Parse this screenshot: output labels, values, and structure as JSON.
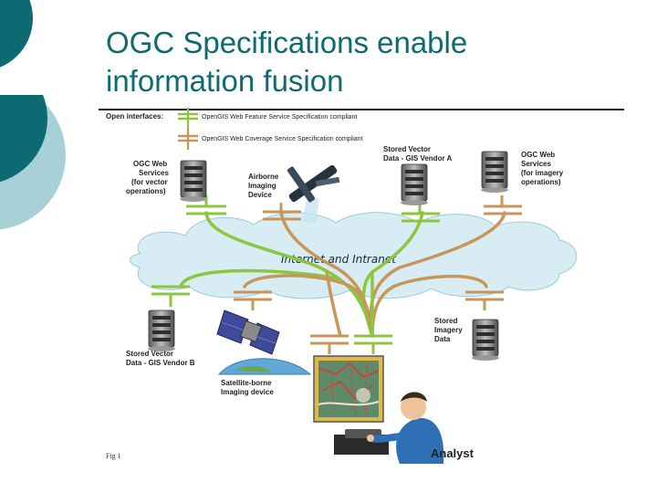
{
  "slide": {
    "title_line1": "OGC Specifications enable",
    "title_line2": "information fusion"
  },
  "diagram": {
    "open_interfaces_label": "Open interfaces:",
    "legend": [
      "OpenGIS Web Feature Service Specification compliant",
      "OpenGIS Web Coverage Service Specification compliant"
    ],
    "cloud_label": "Internet and Intranet",
    "nodes": {
      "ogc_vector": [
        "OGC Web",
        "Services",
        "(for vector",
        "operations)"
      ],
      "airborne": [
        "Airborne",
        "Imaging",
        "Device"
      ],
      "stored_vector_a": [
        "Stored Vector",
        "Data - GIS Vendor A"
      ],
      "ogc_imagery": [
        "OGC Web",
        "Services",
        "(for imagery",
        "operations)"
      ],
      "stored_vector_b": [
        "Stored Vector",
        "Data - GIS Vendor B"
      ],
      "satellite": [
        "Satellite-borne",
        "Imaging device"
      ],
      "stored_imagery": [
        "Stored",
        "Imagery",
        "Data"
      ],
      "analyst": "Analyst"
    },
    "fig_label": "Fig 1",
    "colors": {
      "feature_connector": "#8cc63f",
      "coverage_connector": "#c8955a",
      "cloud_fill": "#d8ecf3",
      "title": "#0d6a73",
      "deco_teal": "#0d6a73",
      "deco_light": "#a7d1d6"
    }
  }
}
